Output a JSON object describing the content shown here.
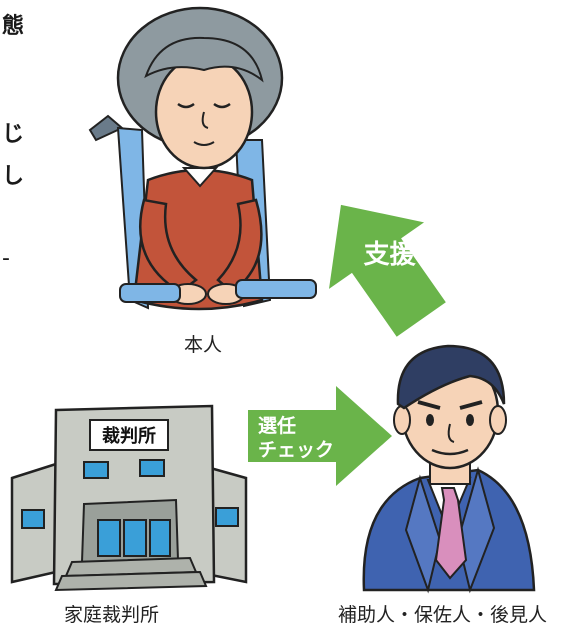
{
  "cropped_text": {
    "line1": "態",
    "line2": "じ",
    "line3": "し",
    "line4": "-"
  },
  "labels": {
    "person": "本人",
    "court_building": "家庭裁判所",
    "guardians": "補助人・保佐人・後見人"
  },
  "court_sign": "裁判所",
  "arrows": {
    "support": "支援",
    "selection": "選任\nチェック"
  },
  "colors": {
    "arrow_green": "#6ab44a",
    "building_gray": "#c8cbc4",
    "window_blue": "#3a9fd8",
    "suit_blue": "#3f63b0",
    "sweater_brown": "#c2543a",
    "wheelchair_blue": "#7fb6e6",
    "hair_gray": "#8e9aa0",
    "skin": "#f6d3b7",
    "tie_pink": "#d98fbd"
  },
  "icons": {
    "person": "elderly-woman-wheelchair-illustration",
    "guardian": "man-in-suit-illustration",
    "court": "courthouse-building-illustration"
  }
}
